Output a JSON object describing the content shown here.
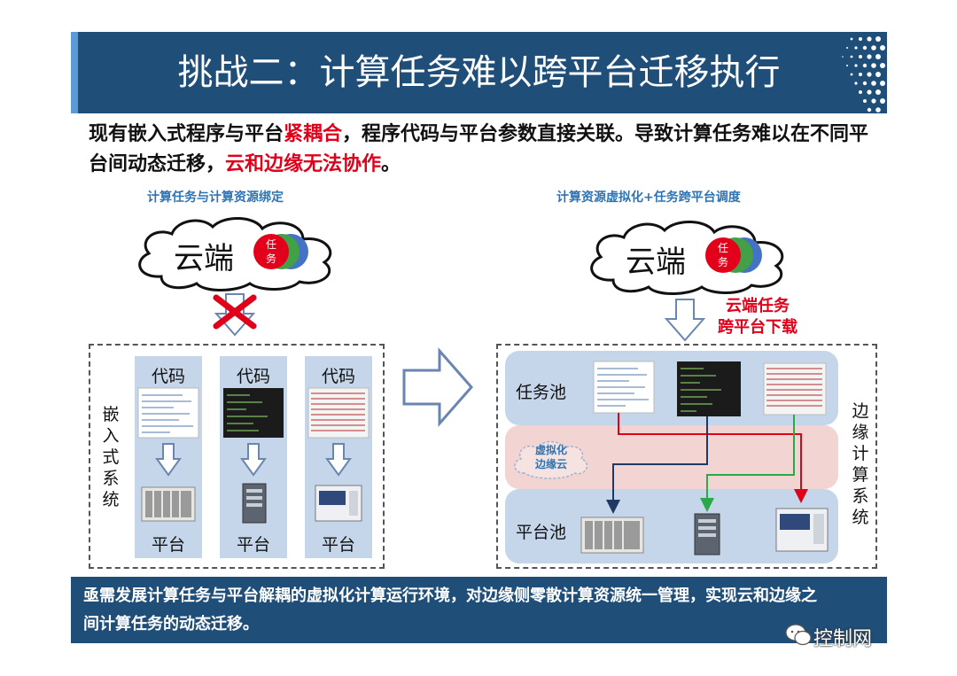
{
  "title": "挑战二：计算任务难以跨平台迁移执行",
  "description": {
    "part1": "现有嵌入式程序与平台",
    "highlight1": "紧耦合",
    "part2": "，程序代码与平台参数直接关联。导致计算任务难以在不同平台间动态迁移，",
    "highlight2": "云和边缘无法协作",
    "part3": "。"
  },
  "left_diagram": {
    "caption": "计算任务与计算资源绑定",
    "cloud_label": "云端",
    "task_label_line1": "任",
    "task_label_line2": "务",
    "system_label": "嵌入式系统",
    "columns": [
      {
        "head": "代码",
        "foot": "平台"
      },
      {
        "head": "代码",
        "foot": "平台"
      },
      {
        "head": "代码",
        "foot": "平台"
      }
    ]
  },
  "right_diagram": {
    "caption": "计算资源虚拟化+任务跨平台调度",
    "cloud_label": "云端",
    "task_label_line1": "任",
    "task_label_line2": "务",
    "download_note_line1": "云端任务",
    "download_note_line2": "跨平台下载",
    "task_pool_label": "任务池",
    "virtual_cloud_line1": "虚拟化",
    "virtual_cloud_line2": "边缘云",
    "platform_pool_label": "平台池",
    "system_label": "边缘计算系统"
  },
  "footer": "亟需发展计算任务与平台解耦的虚拟化计算运行环境，对边缘侧零散计算资源统一管理，实现云和边缘之间计算任务的动态迁移。",
  "watermark": "控制网",
  "colors": {
    "title_bg": "#1f4e79",
    "accent_red": "#e0001a",
    "caption_blue": "#2e74b5",
    "column_blue": "#c5d5ea",
    "virtual_pink": "#f2d4d2",
    "arrow_red": "#e0001a",
    "arrow_green": "#2aa84a",
    "arrow_navy": "#1f3864"
  }
}
